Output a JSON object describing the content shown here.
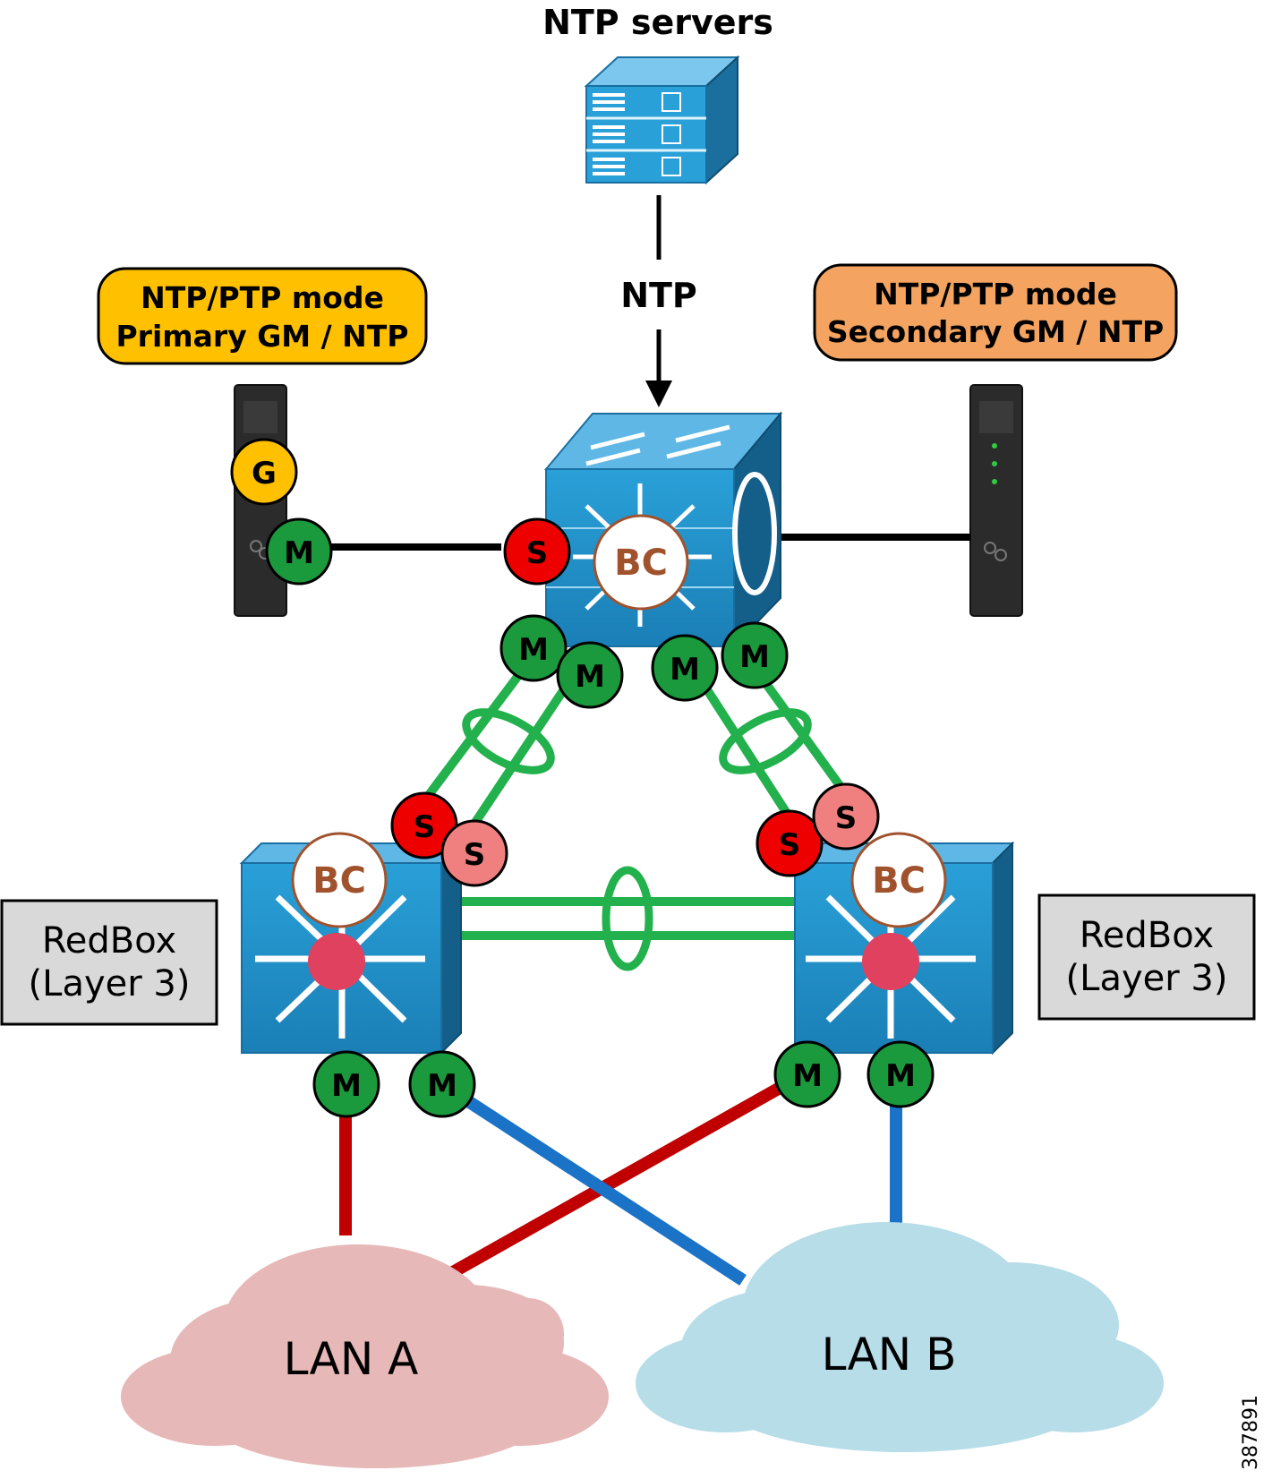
{
  "title": "NTP servers",
  "ntp_link_label": "NTP",
  "primary_mode": {
    "line1": "NTP/PTP mode",
    "line2": "Primary GM / NTP"
  },
  "secondary_mode": {
    "line1": "NTP/PTP mode",
    "line2": "Secondary GM / NTP"
  },
  "port_labels": {
    "grandmaster": "G",
    "master": "M",
    "slave": "S",
    "boundary_clock": "BC"
  },
  "redbox_left": {
    "line1": "RedBox",
    "line2": "(Layer 3)"
  },
  "redbox_right": {
    "line1": "RedBox",
    "line2": "(Layer 3)"
  },
  "lan_a": "LAN A",
  "lan_b": "LAN B",
  "figure_id": "387891",
  "colors": {
    "primary_mode_fill": "#ffc000",
    "secondary_mode_fill": "#f4a460",
    "master_port": "#1a9a3c",
    "slave_port": "#ee0000",
    "slave_port_light": "#f08080",
    "grandmaster_port": "#ffc000",
    "bc_text": "#a0522d",
    "link_green": "#22b14c",
    "link_red": "#c00000",
    "link_blue": "#1a73c7",
    "lan_a_fill": "#e6b8b7",
    "lan_b_fill": "#b7dde8",
    "switch_blue": "#1e8bc3",
    "redbox_fill": "#d9d9d9"
  }
}
